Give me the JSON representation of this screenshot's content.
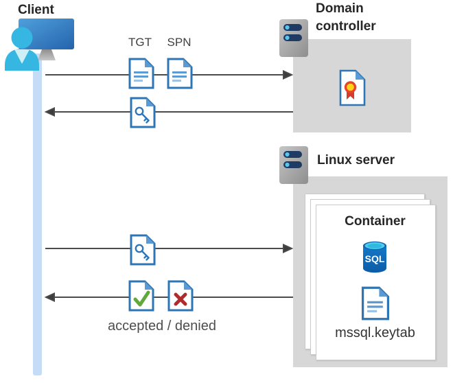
{
  "client": {
    "label": "Client"
  },
  "flow_top": {
    "tgt_label": "TGT",
    "spn_label": "SPN"
  },
  "domain_controller": {
    "label": "Domain controller"
  },
  "linux_server": {
    "label": "Linux server"
  },
  "container": {
    "label": "Container",
    "sql_label": "SQL",
    "keytab_label": "mssql.keytab"
  },
  "flow_bottom": {
    "result_label": "accepted / denied"
  },
  "icons": {
    "client_user_icon": "person in front of monitor",
    "server_icon": "server tower with two indicator pills",
    "tgt_document_icon": "document with text lines",
    "spn_document_icon": "document with text lines",
    "key_document_icon": "document with key glyph",
    "accepted_document_icon": "document with green check",
    "denied_document_icon": "document with red x",
    "certificate_icon": "document with award rosette",
    "sql_database_icon": "database cylinder labeled SQL",
    "keytab_document_icon": "document with text lines"
  },
  "colors": {
    "document_blue": "#2e75b6",
    "fold_blue": "#5b9bd5",
    "line_blue_light": "#9cc2e5",
    "client_cyan": "#36b7e2",
    "monitor_blue": "#2f74c0",
    "timeline_bar_blue": "#c4dcf6",
    "box_gray": "#d7d7d7",
    "arrow_gray": "#4a4a4a",
    "check_green": "#5fa839",
    "deny_red": "#b02c2c",
    "cert_gold": "#ffd21c",
    "cert_ring_red": "#e8442c",
    "cert_ribbon_red": "#d43b2a",
    "sql_body_blue": "#1272c4",
    "sql_top_cyan": "#4ecdee",
    "server_pill_navy": "#1f3a63",
    "server_dot_cyan": "#57c7ee"
  }
}
